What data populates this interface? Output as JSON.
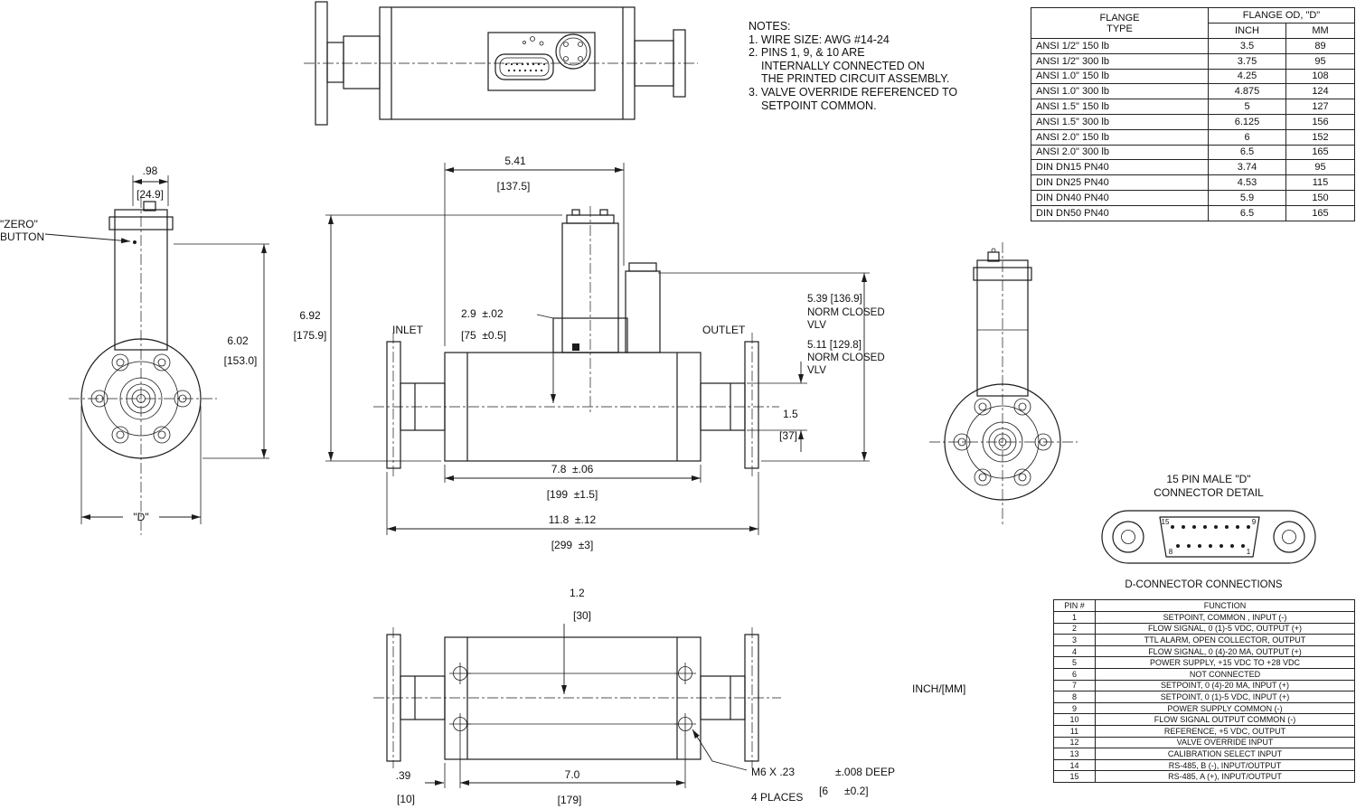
{
  "notes": {
    "heading": "NOTES:",
    "line1": "1. WIRE SIZE: AWG #14-24",
    "line2": "2. PINS 1, 9, & 10 ARE",
    "line3": "INTERNALLY CONNECTED ON",
    "line4": "THE PRINTED CIRCUIT ASSEMBLY.",
    "line5": "3. VALVE OVERRIDE REFERENCED TO",
    "line6": "SETPOINT COMMON."
  },
  "flange_table": {
    "header_flange": "FLANGE",
    "header_type": "TYPE",
    "header_od": "FLANGE OD, \"D\"",
    "header_inch": "INCH",
    "header_mm": "MM",
    "rows": [
      [
        "ANSI 1/2\" 150 lb",
        "3.5",
        "89"
      ],
      [
        "ANSI 1/2\" 300 lb",
        "3.75",
        "95"
      ],
      [
        "ANSI 1.0\" 150 lb",
        "4.25",
        "108"
      ],
      [
        "ANSI 1.0\" 300 lb",
        "4.875",
        "124"
      ],
      [
        "ANSI 1.5\" 150 lb",
        "5",
        "127"
      ],
      [
        "ANSI 1.5\" 300 lb",
        "6.125",
        "156"
      ],
      [
        "ANSI 2.0\" 150 lb",
        "6",
        "152"
      ],
      [
        "ANSI 2.0\" 300 lb",
        "6.5",
        "165"
      ],
      [
        "DIN DN15 PN40",
        "3.74",
        "95"
      ],
      [
        "DIN DN25 PN40",
        "4.53",
        "115"
      ],
      [
        "DIN DN40 PN40",
        "5.9",
        "150"
      ],
      [
        "DIN DN50 PN40",
        "6.5",
        "165"
      ]
    ]
  },
  "pin_table": {
    "title": "D-CONNECTOR CONNECTIONS",
    "header_pin": "PIN #",
    "header_function": "FUNCTION",
    "rows": [
      [
        "1",
        "SETPOINT, COMMON , INPUT (-)"
      ],
      [
        "2",
        "FLOW SIGNAL, 0 (1)-5 VDC, OUTPUT (+)"
      ],
      [
        "3",
        "TTL ALARM, OPEN COLLECTOR, OUTPUT"
      ],
      [
        "4",
        "FLOW SIGNAL, 0 (4)-20 MA, OUTPUT (+)"
      ],
      [
        "5",
        "POWER SUPPLY, +15 VDC TO +28 VDC"
      ],
      [
        "6",
        "NOT CONNECTED"
      ],
      [
        "7",
        "SETPOINT, 0 (4)-20 MA, INPUT (+)"
      ],
      [
        "8",
        "SETPOINT, 0 (1)-5 VDC, INPUT (+)"
      ],
      [
        "9",
        "POWER SUPPLY COMMON (-)"
      ],
      [
        "10",
        "FLOW SIGNAL OUTPUT COMMON (-)"
      ],
      [
        "11",
        "REFERENCE, +5 VDC, OUTPUT"
      ],
      [
        "12",
        "VALVE OVERRIDE INPUT"
      ],
      [
        "13",
        "CALIBRATION SELECT INPUT"
      ],
      [
        "14",
        "RS-485, B (-), INPUT/OUTPUT"
      ],
      [
        "15",
        "RS-485, A (+), INPUT/OUTPUT"
      ]
    ]
  },
  "dconn": {
    "title_line1": "15 PIN MALE \"D\"",
    "title_line2": "CONNECTOR DETAIL",
    "pin_top_left": "15",
    "pin_top_right": "9",
    "pin_bottom_left": "8",
    "pin_bottom_right": "1"
  },
  "front_view": {
    "zero_line1": "\"ZERO\"",
    "zero_line2": "BUTTON",
    "width_in": ".98",
    "width_mm": "[24.9]",
    "height_in": "6.02",
    "height_mm": "[153.0]",
    "flange_od": "\"D\""
  },
  "side_view": {
    "inlet": "INLET",
    "outlet": "OUTLET",
    "top_width_in": "5.41",
    "top_width_mm": "[137.5]",
    "height_in": "6.92",
    "height_mm": "[175.9]",
    "center_height_in": "2.9  ±.02",
    "center_height_mm": "[75  ±0.5]",
    "vlv1_dim": "5.39 [136.9]",
    "vlv1_l2": "NORM CLOSED",
    "vlv1_l3": "VLV",
    "vlv2_dim": "5.11 [129.8]",
    "vlv2_l2": "NORM CLOSED",
    "vlv2_l3": "VLV",
    "pipe_in": "1.5",
    "pipe_mm": "[37]",
    "body_width_in": "7.8  ±.06",
    "body_width_mm": "[199  ±1.5]",
    "overall_width_in": "11.8  ±.12",
    "overall_width_mm": "[299  ±3]"
  },
  "bottom_view": {
    "offset_in": "1.2",
    "offset_mm": "[30]",
    "edge_in": ".39",
    "edge_mm": "[10]",
    "spacing_in": "7.0",
    "spacing_mm": "[179]",
    "thread_note1": "M6 X .23",
    "thread_depth": "±.008 DEEP",
    "thread_note2": "[6",
    "thread_depth_mm": "±0.2]",
    "thread_places": "4 PLACES"
  },
  "units_label": "INCH/[MM]"
}
